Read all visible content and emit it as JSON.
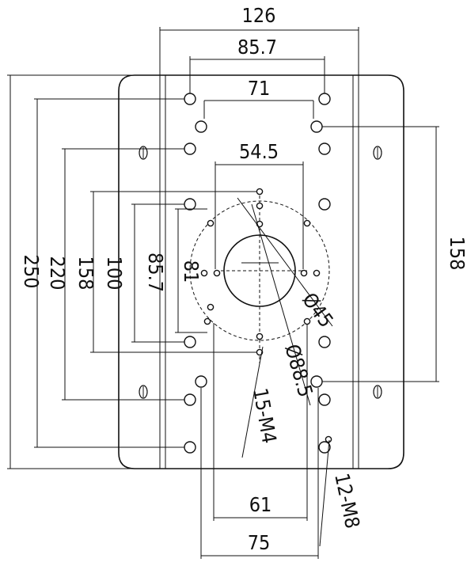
{
  "labels": {
    "top_width": "126",
    "top_pitch": "85.7",
    "mid_pitch": "71",
    "inner_pitch": "54.5",
    "bottom_pitch_inner": "61",
    "bottom_pitch_outer": "75",
    "height_total": "250",
    "height_220": "220",
    "height_158_left": "158",
    "height_100": "100",
    "height_85_7": "85.7",
    "height_81": "81",
    "height_158_right": "158",
    "center_diameter": "Ø45",
    "bolt_circle_diameter": "Ø88.5",
    "holes_m4": "15-M4",
    "holes_m8": "12-M8"
  }
}
